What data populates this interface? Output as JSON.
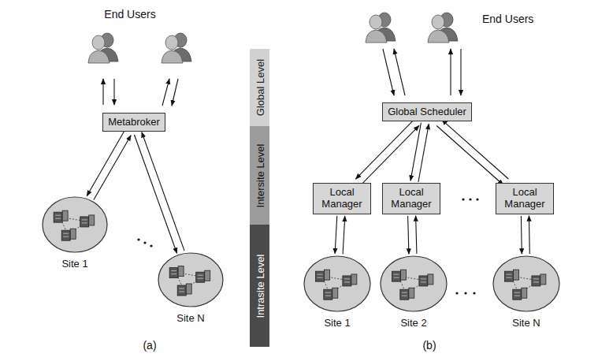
{
  "diagram": {
    "nodes": [
      {
        "text": [
          "Metabroker"
        ]
      },
      {
        "text": [
          "Site 1"
        ]
      },
      {
        "text": [
          "Site N"
        ]
      },
      {
        "text": [
          "Global Level"
        ]
      },
      {
        "text": [
          "Intersite Level"
        ]
      },
      {
        "text": [
          "Intrasite Level"
        ]
      },
      {
        "text": [
          "Global Scheduler"
        ]
      },
      {
        "text": [
          "Local Manager"
        ]
      },
      {
        "text": [
          "Local Manager"
        ]
      },
      {
        "text": [
          "Local Manager"
        ]
      },
      {
        "text": [
          "Site 1"
        ]
      },
      {
        "text": [
          "Site 2"
        ]
      },
      {
        "text": [
          "Site N"
        ]
      }
    ],
    "edges": [
      {
        "from": 0,
        "to": 1,
        "arrow": "to"
      },
      {
        "from": 1,
        "to": 0,
        "arrow": "to"
      },
      {
        "from": 0,
        "to": 2,
        "arrow": "to"
      },
      {
        "from": 2,
        "to": 0,
        "arrow": "to"
      },
      {
        "from": 6,
        "to": 7,
        "arrow": "to"
      },
      {
        "from": 7,
        "to": 6,
        "arrow": "to"
      },
      {
        "from": 6,
        "to": 8,
        "arrow": "to"
      },
      {
        "from": 8,
        "to": 6,
        "arrow": "to"
      },
      {
        "from": 6,
        "to": 9,
        "arrow": "to"
      },
      {
        "from": 9,
        "to": 6,
        "arrow": "to"
      },
      {
        "from": 7,
        "to": 10,
        "arrow": "to"
      },
      {
        "from": 10,
        "to": 7,
        "arrow": "to"
      },
      {
        "from": 8,
        "to": 11,
        "arrow": "to"
      },
      {
        "from": 11,
        "to": 8,
        "arrow": "to"
      },
      {
        "from": 9,
        "to": 12,
        "arrow": "to"
      },
      {
        "from": 12,
        "to": 9,
        "arrow": "to"
      }
    ],
    "labels": [
      "End Users",
      "End Users",
      "(a)",
      "(b)"
    ]
  }
}
